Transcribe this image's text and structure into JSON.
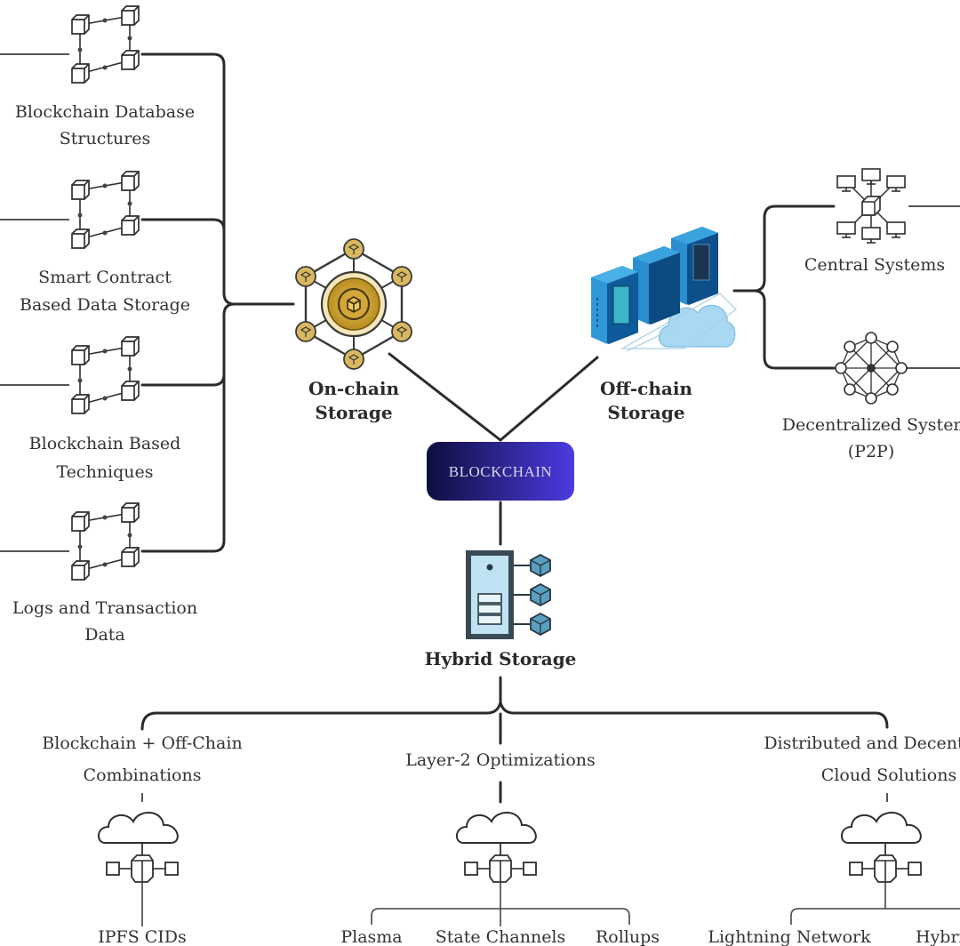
{
  "center": {
    "label": "BLOCKCHAIN",
    "gradient_start": "#10104a",
    "gradient_end": "#4a3ad8"
  },
  "on_chain": {
    "title_line1": "On-chain",
    "title_line2": "Storage",
    "accent": "#c9a227",
    "items": [
      {
        "line1": "Blockchain Database",
        "line2": "Structures",
        "icon": "chained-blocks-icon"
      },
      {
        "line1": "Smart Contract",
        "line2": "Based Data Storage",
        "icon": "chained-blocks-icon"
      },
      {
        "line1": "Blockchain Based",
        "line2": "Techniques",
        "icon": "chained-blocks-icon"
      },
      {
        "line1": "Logs and Transaction",
        "line2": "Data",
        "icon": "chained-blocks-icon"
      }
    ]
  },
  "off_chain": {
    "title_line1": "Off-chain",
    "title_line2": "Storage",
    "accent": "#1f8fd0",
    "items": [
      {
        "line1": "Central Systems",
        "line2": "",
        "icon": "central-network-icon"
      },
      {
        "line1": "Decentralized Systems",
        "line2": "(P2P)",
        "icon": "p2p-network-icon"
      }
    ]
  },
  "hybrid": {
    "title": "Hybrid Storage",
    "accent": "#bfe3f2",
    "categories": [
      {
        "line1": "Blockchain + Off-Chain",
        "line2": "Combinations",
        "icon": "cloud-node-icon",
        "children": [
          "IPFS CIDs"
        ]
      },
      {
        "line1": "Layer-2 Optimizations",
        "line2": "",
        "icon": "cloud-node-icon",
        "children": [
          "Plasma",
          "State Channels",
          "Rollups"
        ]
      },
      {
        "line1": "Distributed and Decentralized",
        "line2": "Cloud Solutions",
        "icon": "cloud-node-icon",
        "children": [
          "Lightning Network",
          "Hybrid"
        ]
      }
    ]
  }
}
